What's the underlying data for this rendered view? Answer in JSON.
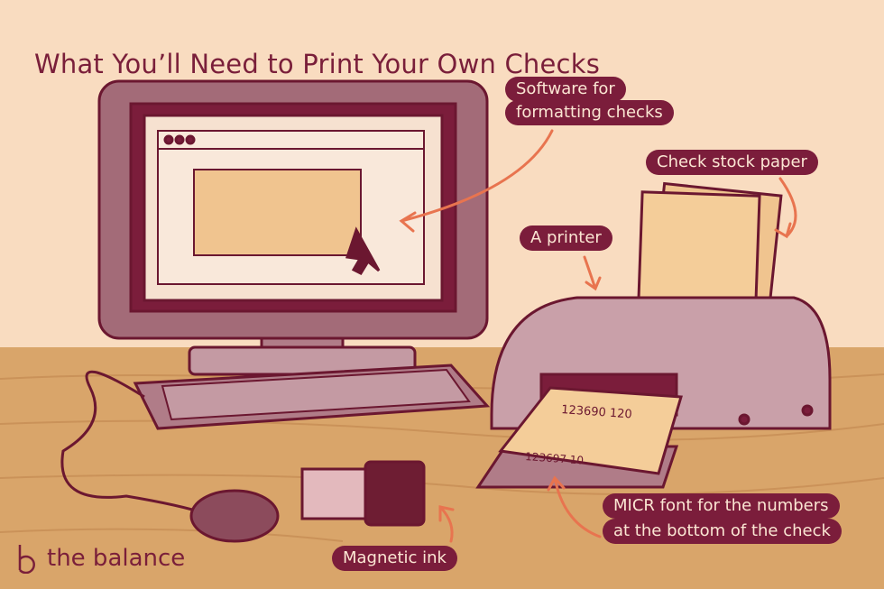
{
  "title": "What You’ll Need to Print Your Own Checks",
  "labels": {
    "software_line1": "Software for",
    "software_line2": "formatting checks",
    "check_stock": "Check stock paper",
    "printer": "A printer",
    "micr_line1": "MICR font for the numbers",
    "micr_line2": "at the bottom of the check",
    "ink": "Magnetic ink"
  },
  "printed_check": {
    "top_numbers": "123690 120",
    "bottom_numbers": "123697 10"
  },
  "logo": {
    "text": "the balance"
  },
  "colors": {
    "background": "#f9dcc0",
    "desk": "#d9a56a",
    "label_fill": "#7b1d3b",
    "label_text": "#fbe6d3",
    "arrow": "#e8744f",
    "outline": "#7a1f3a"
  }
}
